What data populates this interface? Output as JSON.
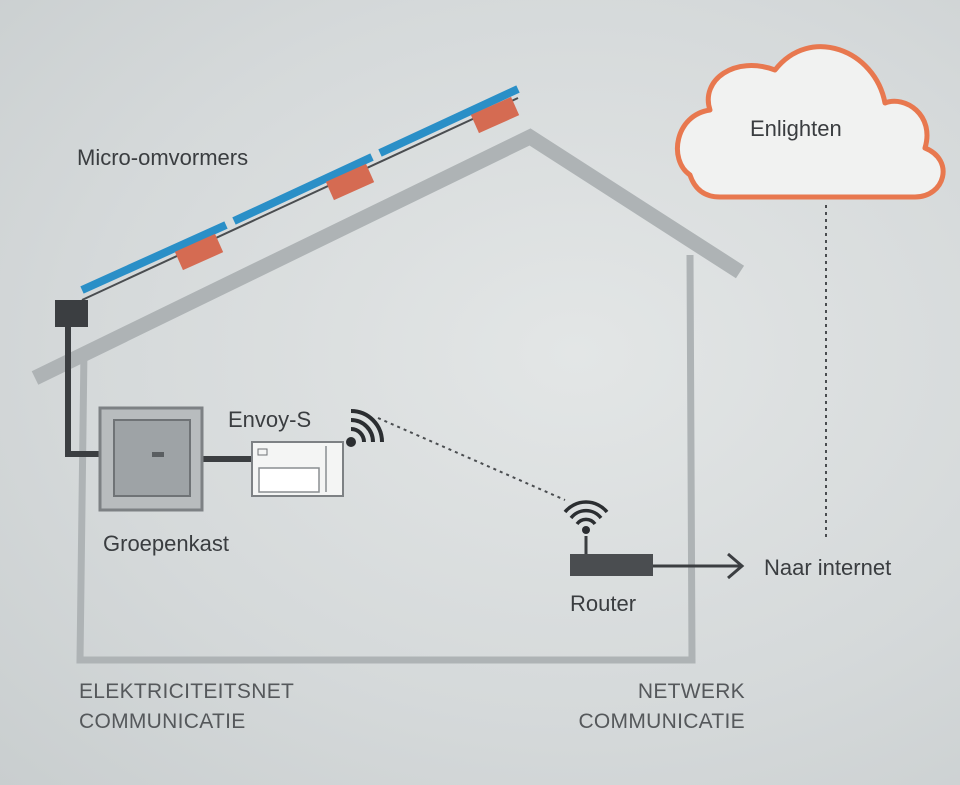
{
  "labels": {
    "micro": "Micro-omvormers",
    "envoy": "Envoy-S",
    "groepenkast": "Groepenkast",
    "router": "Router",
    "cloud": "Enlighten",
    "internet": "Naar internet",
    "section_left_1": "ELEKTRICITEITSNET",
    "section_left_2": "COMMUNICATIE",
    "section_right_1": "NETWERK",
    "section_right_2": "COMMUNICATIE"
  },
  "colors": {
    "panel": "#2a8fc7",
    "microinverter": "#d56b52",
    "cloud_outline": "#e8784f",
    "house": "#aeb3b5",
    "cable": "#3b3e41",
    "text": "#3a3d40"
  },
  "icons": [
    "wifi-icon",
    "arrow-right-icon",
    "cloud-icon"
  ]
}
